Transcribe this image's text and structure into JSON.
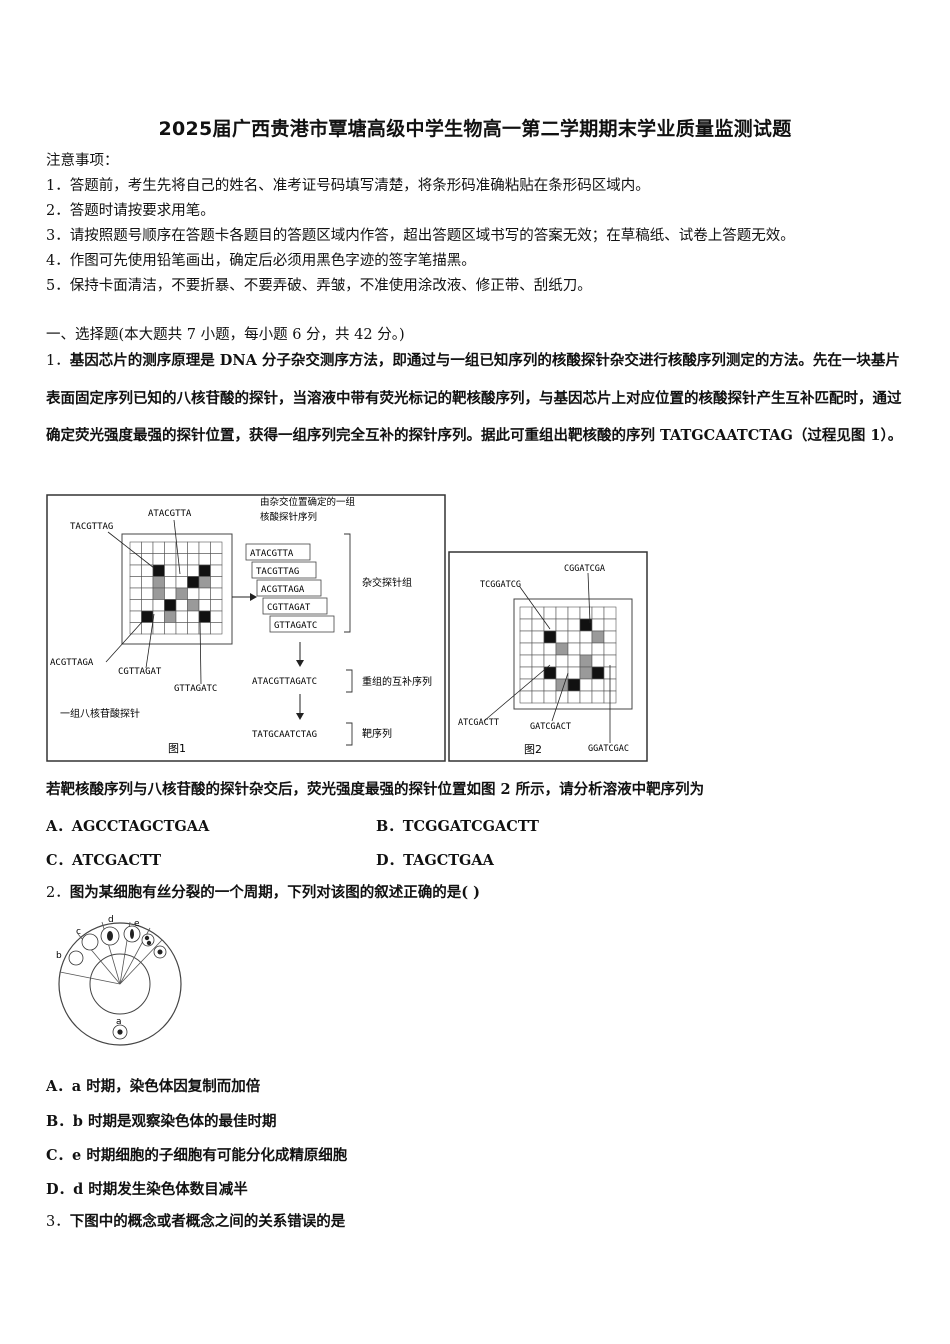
{
  "title": "2025届广西贵港市覃塘高级中学生物高一第二学期期末学业质量监测试题",
  "notice": {
    "heading": "注意事项：",
    "items": [
      "1．答题前，考生先将自己的姓名、准考证号码填写清楚，将条形码准确粘贴在条形码区域内。",
      "2．答题时请按要求用笔。",
      "3．请按照题号顺序在答题卡各题目的答题区域内作答，超出答题区域书写的答案无效；在草稿纸、试卷上答题无效。",
      "4．作图可先使用铅笔画出，确定后必须用黑色字迹的签字笔描黑。",
      "5．保持卡面清洁，不要折暴、不要弄破、弄皱，不准使用涂改液、修正带、刮纸刀。"
    ]
  },
  "section1": "一、选择题(本大题共 7 小题，每小题 6 分，共 42 分。)",
  "q1": {
    "num": "1．",
    "text": "基因芯片的测序原理是 DNA 分子杂交测序方法，即通过与一组已知序列的核酸探针杂交进行核酸序列测定的方法。先在一块基片表面固定序列已知的八核苷酸的探针，当溶液中带有荧光标记的靶核酸序列，与基因芯片上对应位置的核酸探针产生互补匹配时，通过确定荧光强度最强的探针位置，获得一组序列完全互补的探针序列。据此可重组出靶核酸的序列 TATGCAATCTAG（过程见图 1）。",
    "fig1": {
      "label": "图1",
      "probe_top_left": "TACGTTAG",
      "probe_top_mid": "ATACGTTA",
      "probe_bl1": "ACGTTAGA",
      "probe_bl2": "CGTTAGAT",
      "probe_bl3": "GTTAGATC",
      "group_label": "一组八核苷酸探针",
      "header_l1": "由杂交位置确定的一组",
      "header_l2": "核酸探针序列",
      "stack": [
        "ATACGTTA",
        "TACGTTAG",
        "ACGTTAGA",
        "CGTTAGAT",
        "GTTAGATC"
      ],
      "stack_label": "杂交探针组",
      "recombined": "ATACGTTAGATC",
      "recombined_label": "重组的互补序列",
      "target": "TATGCAATCTAG",
      "target_label": "靶序列"
    },
    "fig2": {
      "label": "图2",
      "p_tl": "TCGGATCG",
      "p_tr": "CGGATCGA",
      "p_bl": "ATCGACTT",
      "p_bm": "GATCGACT",
      "p_br": "GGATCGAC"
    },
    "question": "若靶核酸序列与八核苷酸的探针杂交后，荧光强度最强的探针位置如图 2 所示，请分析溶液中靶序列为",
    "options": {
      "A": "A．AGCCTAGCTGAA",
      "B": "B．TCGGATCGACTT",
      "C": "C．ATCGACTT",
      "D": "D．TAGCTGAA"
    }
  },
  "q2": {
    "num": "2．",
    "text": "图为某细胞有丝分裂的一个周期，下列对该图的叙述正确的是(    )",
    "fig_labels": [
      "a",
      "b",
      "c",
      "d",
      "e"
    ],
    "options": {
      "A": "A．a 时期，染色体因复制而加倍",
      "B": "B．b 时期是观察染色体的最佳时期",
      "C": "C．e 时期细胞的子细胞有可能分化成精原细胞",
      "D": "D．d 时期发生染色体数目减半"
    }
  },
  "q3": {
    "num": "3．",
    "text": "下图中的概念或者概念之间的关系错误的是"
  }
}
